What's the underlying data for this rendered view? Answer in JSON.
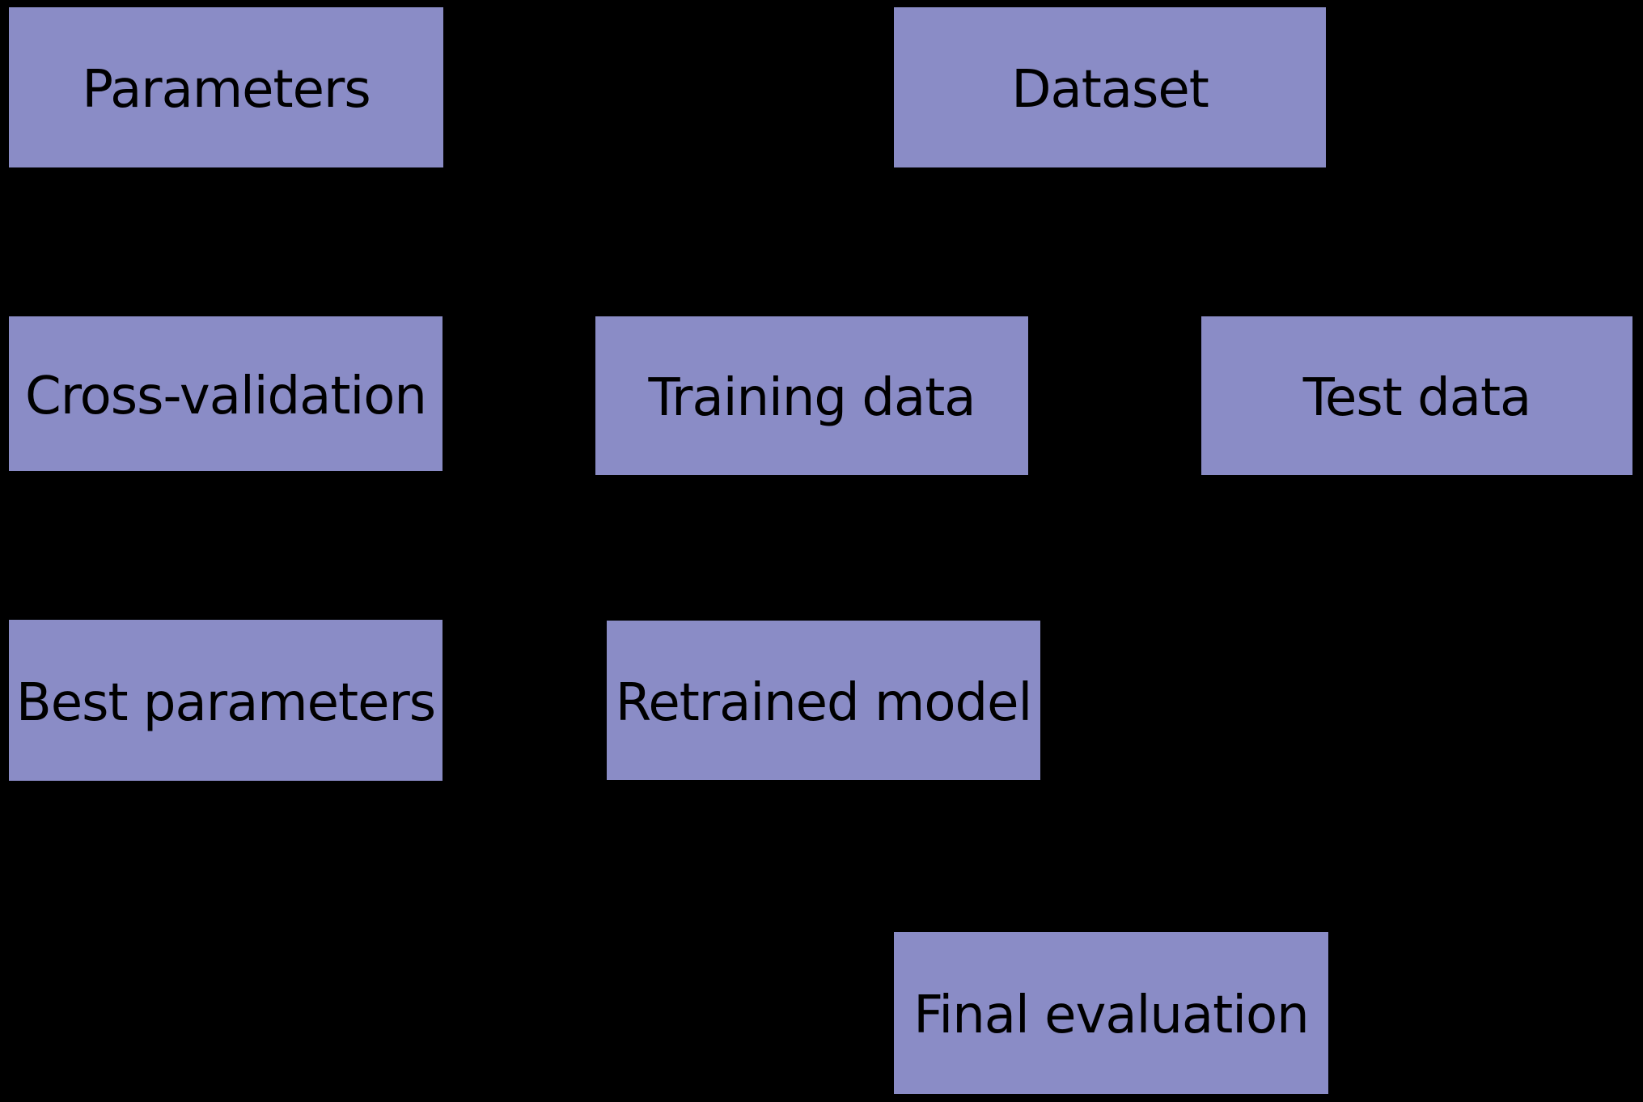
{
  "nodes": {
    "parameters": {
      "label": "Parameters"
    },
    "dataset": {
      "label": "Dataset"
    },
    "cross_validation": {
      "label": "Cross-validation"
    },
    "training_data": {
      "label": "Training data"
    },
    "test_data": {
      "label": "Test data"
    },
    "best_parameters": {
      "label": "Best parameters"
    },
    "retrained_model": {
      "label": "Retrained model"
    },
    "final_evaluation": {
      "label": "Final evaluation"
    }
  },
  "colors": {
    "background": "#000000",
    "node_fill": "#8a8cc6",
    "node_border": "#000000",
    "node_text": "#000000"
  }
}
